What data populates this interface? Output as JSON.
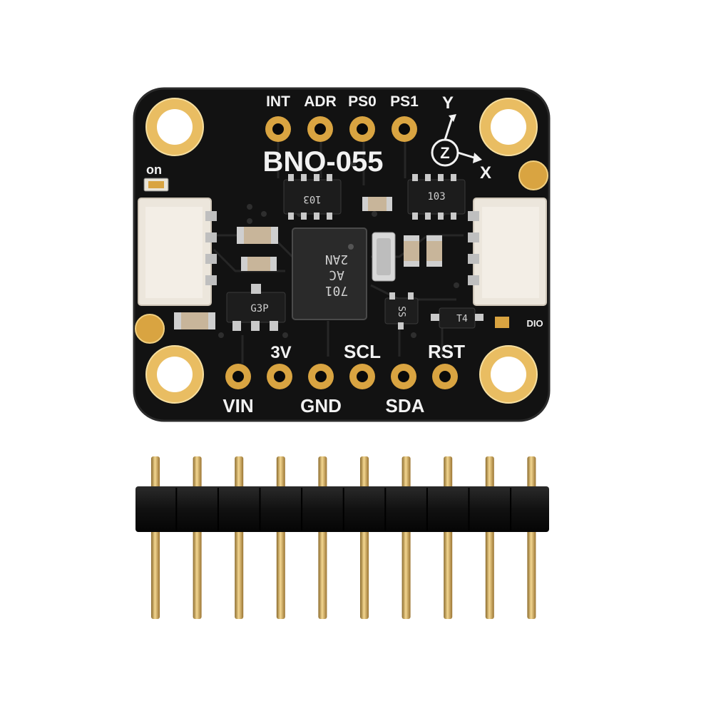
{
  "board": {
    "title": "BNO-055",
    "power_label": "on",
    "top_pins": [
      "INT",
      "ADR",
      "PS0",
      "PS1"
    ],
    "bottom_pins_top_row": [
      "3V",
      "SCL",
      "RST"
    ],
    "bottom_pins_bottom_row": [
      "VIN",
      "GND",
      "SDA"
    ],
    "axis_y": "Y",
    "axis_x": "X",
    "axis_z": "Z",
    "resistor_left": "103",
    "resistor_right": "103",
    "main_chip_lines": [
      "701",
      "AC",
      "2AN"
    ],
    "regulator_code": "G3P",
    "mosfet_code": "SS",
    "transistor_code": "T4",
    "diode_code": "DIO",
    "colors": {
      "pcb": "#121212",
      "gold": "#d9a441",
      "silkscreen": "#f2f2f2",
      "connector": "#ece6dc"
    }
  },
  "header": {
    "pin_count": "10"
  }
}
